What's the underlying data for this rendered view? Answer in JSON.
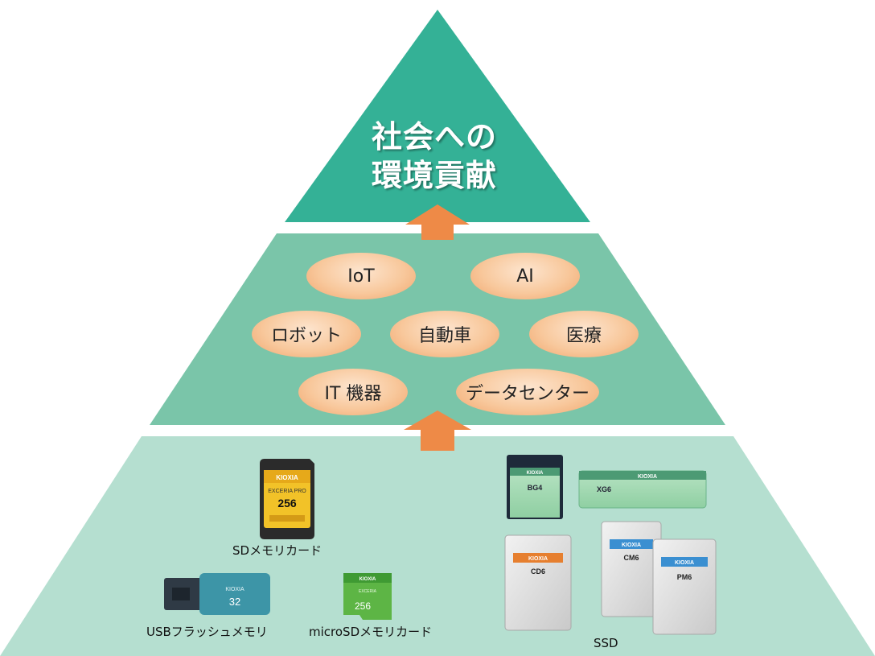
{
  "top": {
    "line1": "社会への",
    "line2": "環境貢献"
  },
  "applications": [
    "IoT",
    "AI",
    "ロボット",
    "自動車",
    "医療",
    "IT 機器",
    "データセンター"
  ],
  "products": {
    "sd_card": {
      "brand": "KIOXIA",
      "series": "EXCERIA PRO",
      "capacity": "256",
      "caption": "SDメモリカード"
    },
    "usb": {
      "brand": "KIOXIA",
      "capacity": "32",
      "caption": "USBフラッシュメモリ"
    },
    "microsd": {
      "brand": "KIOXIA",
      "series": "EXCERIA",
      "capacity": "256",
      "caption": "microSDメモリカード"
    },
    "ssd": {
      "caption": "SSD",
      "brand": "KIOXIA",
      "models": [
        "BG4",
        "XG6",
        "CD6",
        "CM6",
        "PM6"
      ]
    }
  },
  "colors": {
    "top_tier": "#34b196",
    "middle_tier": "#7ac5a9",
    "bottom_tier": "#b5dfd0",
    "arrow": "#ee8a47",
    "oval": "#f8c89c"
  }
}
